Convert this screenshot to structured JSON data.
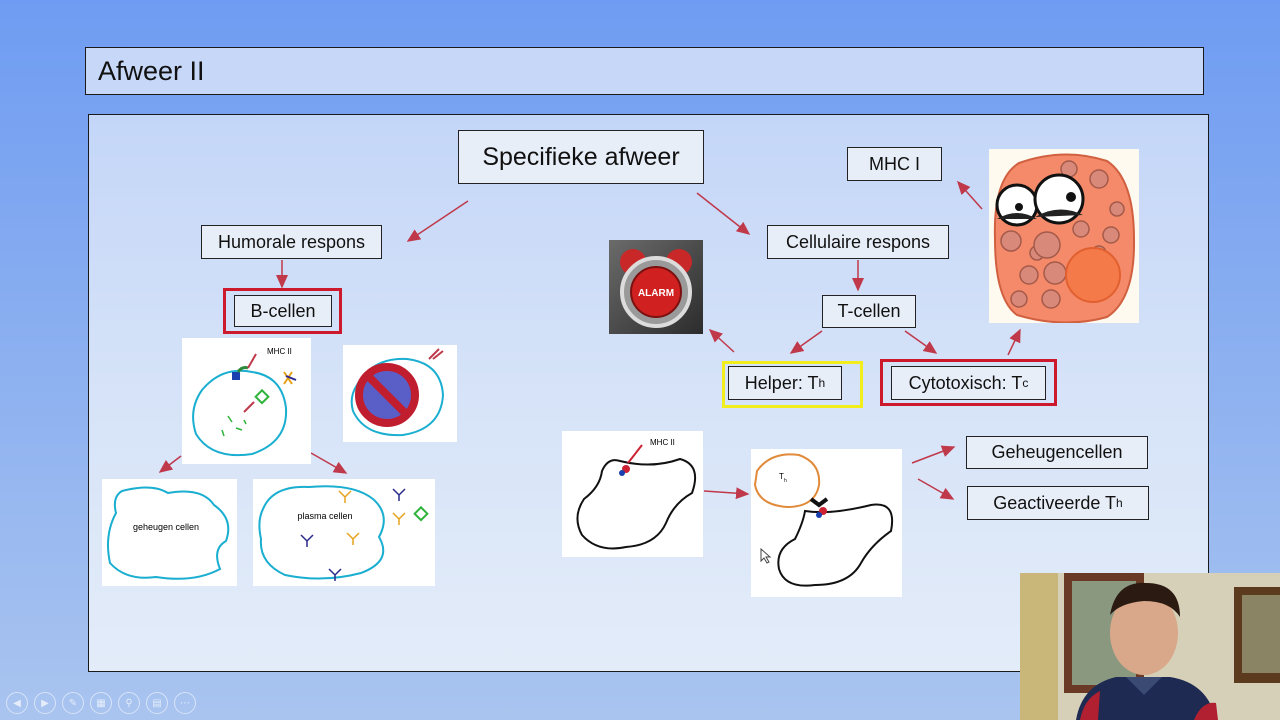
{
  "slide": {
    "title": "Afweer II",
    "nodes": {
      "specifiek": "Specifieke afweer",
      "humoraal": "Humorale respons",
      "cellulair": "Cellulaire respons",
      "bcellen": "B-cellen",
      "tcellen": "T-cellen",
      "helper": "Helper: T",
      "helper_sub": "h",
      "cytotox": "Cytotoxisch: T",
      "cytotox_sub": "c",
      "mhc1": "MHC I",
      "geheugen": "Geheugencellen",
      "geactiveerd": "Geactiveerde T",
      "geactiveerd_sub": "h"
    },
    "sketch_labels": {
      "mhc2_a": "MHC II",
      "geheugencellen": "geheugen cellen",
      "plasmacellen": "plasma cellen",
      "mhc2_b": "MHC II",
      "th": "T",
      "th_sub": "h"
    },
    "alarm_text": "ALARM"
  },
  "colors": {
    "arrow": "#c0394b",
    "frame_red": "#cc1a2c",
    "frame_yellow": "#f2ee1c",
    "cell_outline": "#1aaed0",
    "t_helper_outline": "#e08a3a"
  },
  "player_controls": [
    "prev-icon",
    "next-icon",
    "pen-icon",
    "slides-icon",
    "zoom-icon",
    "subtitle-icon",
    "more-icon"
  ]
}
